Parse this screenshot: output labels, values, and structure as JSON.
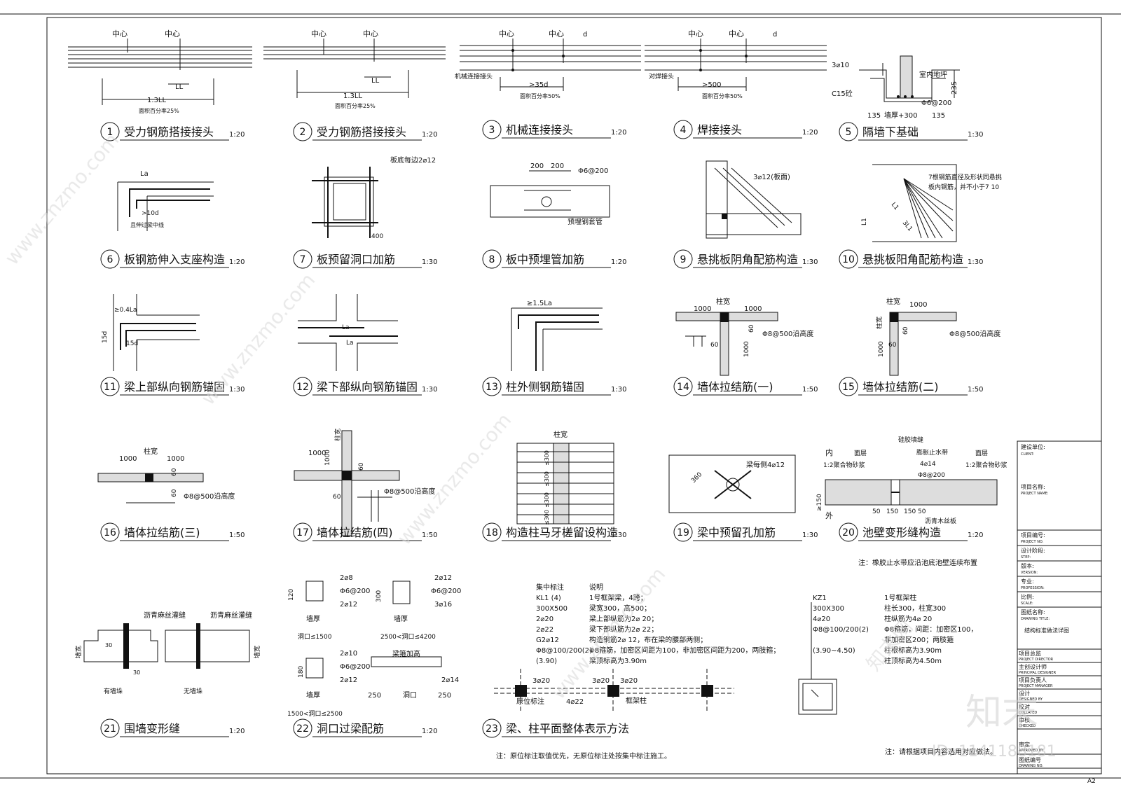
{
  "details": [
    {
      "num": "1",
      "title": "受力钢筋搭接接头",
      "scale": "1:20",
      "notes": [
        "中心",
        "中心",
        "LL",
        "1.3LL",
        "面积百分率25%"
      ]
    },
    {
      "num": "2",
      "title": "受力钢筋搭接接头",
      "scale": "1:20",
      "notes": [
        "中心",
        "中心",
        "LL",
        "1.3LL",
        "面积百分率25%"
      ]
    },
    {
      "num": "3",
      "title": "机械连接接头",
      "scale": "1:20",
      "notes": [
        "中心",
        "中心",
        "d",
        "机械连接接头",
        ">35d",
        "面积百分率50%"
      ]
    },
    {
      "num": "4",
      "title": "焊接接头",
      "scale": "1:20",
      "notes": [
        "中心",
        "中心",
        "d",
        "对焊接头",
        ">500",
        "面积百分率50%"
      ]
    },
    {
      "num": "5",
      "title": "隔墙下基础",
      "scale": "1:30",
      "notes": [
        "3⌀10",
        "室内地坪",
        "C15砼",
        "Φ6@200",
        "235",
        "135",
        "墙厚+300",
        "135"
      ]
    },
    {
      "num": "6",
      "title": "板钢筋伸入支座构造",
      "scale": "1:20",
      "notes": [
        "La",
        ">10d",
        "且伸过梁中线"
      ]
    },
    {
      "num": "7",
      "title": "板预留洞口加筋",
      "scale": "1:30",
      "notes": [
        "板底每边2⌀12",
        "400"
      ]
    },
    {
      "num": "8",
      "title": "板中预埋管加筋",
      "scale": "1:20",
      "notes": [
        "200",
        "200",
        "Φ6@200",
        "预埋钢套管"
      ]
    },
    {
      "num": "9",
      "title": "悬挑板阴角配筋构造",
      "scale": "1:30",
      "notes": [
        "3⌀12(板面)"
      ]
    },
    {
      "num": "10",
      "title": "悬挑板阳角配筋构造",
      "scale": "1:30",
      "notes": [
        "7根钢筋直径及形状同悬挑",
        "板内钢筋，并不小于7  10",
        "L1",
        "3L1",
        "L1"
      ]
    },
    {
      "num": "11",
      "title": "梁上部纵向钢筋锚固",
      "scale": "1:30",
      "notes": [
        "≥0.4La",
        "15d",
        "15d"
      ]
    },
    {
      "num": "12",
      "title": "梁下部纵向钢筋锚固",
      "scale": "1:30",
      "notes": [
        "La",
        "La"
      ]
    },
    {
      "num": "13",
      "title": "柱外侧钢筋锚固",
      "scale": "1:30",
      "notes": [
        "≥1.5La"
      ]
    },
    {
      "num": "14",
      "title": "墙体拉结筋(一)",
      "scale": "1:50",
      "notes": [
        "柱宽",
        "1000",
        "1000",
        "60",
        "60",
        "1000",
        "Φ8@500沿高度"
      ]
    },
    {
      "num": "15",
      "title": "墙体拉结筋(二)",
      "scale": "1:50",
      "notes": [
        "柱宽",
        "1000",
        "柱宽",
        "60",
        "60",
        "1000",
        "Φ8@500沿高度"
      ]
    },
    {
      "num": "16",
      "title": "墙体拉结筋(三)",
      "scale": "1:50",
      "notes": [
        "柱宽",
        "1000",
        "1000",
        "60",
        "60",
        "Φ8@500沿高度"
      ]
    },
    {
      "num": "17",
      "title": "墙体拉结筋(四)",
      "scale": "1:50",
      "notes": [
        "柱宽",
        "1000",
        "1000",
        "60",
        "60",
        "Φ8@500沿高度"
      ]
    },
    {
      "num": "18",
      "title": "构造柱马牙槎留设构造",
      "scale": "1:30",
      "notes": [
        "柱宽",
        "≤300",
        "≤300",
        "≤300",
        "≤300"
      ]
    },
    {
      "num": "19",
      "title": "梁中预留孔加筋",
      "scale": "1:30",
      "notes": [
        "梁每侧4⌀12",
        "360"
      ]
    },
    {
      "num": "20",
      "title": "池壁变形缝构造",
      "scale": "1:20",
      "notes": [
        "内",
        "外",
        "面层",
        "面层",
        "硅胶填缝",
        "膨胀止水带",
        "1:2聚合物砂浆",
        "1:2聚合物砂浆",
        "4⌀14",
        "Φ8@200",
        "≥150",
        "50",
        "150",
        "150",
        "50",
        "沥青木丝板"
      ]
    },
    {
      "num": "21",
      "title": "围墙变形缝",
      "scale": "1:20",
      "notes": [
        "沥青麻丝灌缝",
        "沥青麻丝灌缝",
        "墙宽",
        "墙宽",
        "30",
        "30",
        "有墙垛",
        "无墙垛"
      ]
    },
    {
      "num": "22",
      "title": "洞口过梁配筋",
      "scale": "1:20",
      "notes": [
        "2⌀8",
        "Φ6@200",
        "2⌀12",
        "120",
        "墙厚",
        "洞口≤1500",
        "2⌀12",
        "Φ6@200",
        "3⌀16",
        "300",
        "墙厚",
        "2500<洞口≤4200",
        "2⌀10",
        "Φ6@200",
        "2⌀12",
        "180",
        "墙厚",
        "1500<洞口≤2500",
        "梁箍加高",
        "2⌀14",
        "250",
        "洞口",
        "250"
      ]
    },
    {
      "num": "23",
      "title": "梁、柱平面整体表示方法",
      "scale": "",
      "notes": [
        "3⌀20",
        "3⌀20",
        "3⌀20",
        "原位标注",
        "4⌀22",
        "框架柱"
      ]
    }
  ],
  "note20": "注：橡胶止水带应沿池底池壁连续布置",
  "note23": "注：原位标注取值优先，无原位标注处按集中标注施工。",
  "note_bottom": "注：请根据项目内容选用对应做法。",
  "kl_table": {
    "col1_title": "集中标注",
    "col2_title": "说明",
    "rows": [
      [
        "KL1 (4)",
        "1号框架梁，4跨；"
      ],
      [
        "300X500",
        "梁宽300，高500；"
      ],
      [
        "2⌀20",
        "梁上部纵筋为2⌀ 20；"
      ],
      [
        "2⌀22",
        "梁下部纵筋为2⌀ 22；"
      ],
      [
        "G2⌀12",
        "构造钢筋2⌀ 12，布在梁的腰部两侧；"
      ],
      [
        "Φ8@100/200(2)",
        "Φ8箍筋，加密区间距为100，非加密区间距为200，两肢箍；"
      ],
      [
        "(3.90)",
        "梁顶标高为3.90m"
      ]
    ]
  },
  "kz_table": {
    "rows": [
      [
        "KZ1",
        "1号框架柱"
      ],
      [
        "300X300",
        "柱长300，柱宽300"
      ],
      [
        "4⌀20",
        "柱纵筋为4⌀ 20"
      ],
      [
        "Φ8@100/200(2)",
        "Φ8箍筋，间距：加密区100，"
      ],
      [
        "",
        "非加密区200；两肢箍"
      ],
      [
        "(3.90~4.50)",
        "柱根标高为3.90m"
      ],
      [
        "",
        "柱顶标高为4.50m"
      ]
    ]
  },
  "title_block": {
    "client_cn": "建设单位:",
    "client_en": "CLIENT:",
    "project_cn": "项目名称:",
    "project_en": "PROJECT NAME:",
    "projno_cn": "项目编号:",
    "projno_en": "PROJECT NO.",
    "step_cn": "设计阶段:",
    "step_en": "STEP:",
    "version_cn": "版本:",
    "version_en": "VERSION:",
    "prof_cn": "专业:",
    "prof_en": "PROFESSION:",
    "scale_cn": "比例:",
    "scale_en": "SCALE:",
    "title_cn": "图纸名称:",
    "title_en": "DRAWING TITLE:",
    "drawing_title": "结构标准做法详图",
    "director_cn": "项目总监",
    "director_en": "PROJECT DIRECTOR",
    "principal_cn": "主创设计师",
    "principal_en": "PRINCIPAL DESIGNER",
    "manager_cn": "项目负责人",
    "manager_en": "PROJECT MANAGER",
    "design_cn": "设计",
    "design_en": "DESIGNED BY",
    "collated_cn": "校对",
    "collated_en": "COLLATED",
    "checked_cn": "审核",
    "checked_en": "CHECKED",
    "approved_cn": "审定",
    "approved_en": "APPROVED BY",
    "drawno_cn": "图纸编号",
    "drawno_en": "DRAWING NO."
  },
  "sheet_size": "A2",
  "watermark": {
    "site": "www.znzmo.com",
    "brand": "知末网",
    "logo": "知末",
    "id": "ID: 1141188181"
  }
}
